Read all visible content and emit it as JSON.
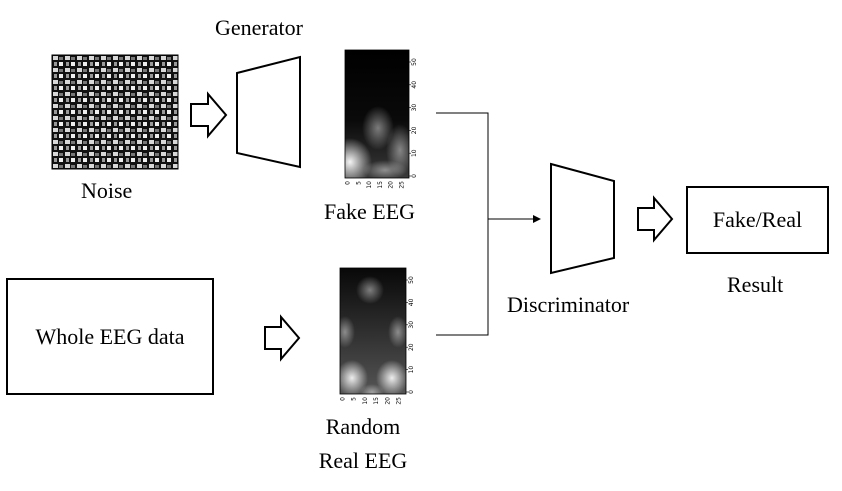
{
  "labels": {
    "generator": "Generator",
    "noise": "Noise",
    "fake_eeg": "Fake EEG",
    "whole_eeg": "Whole EEG data",
    "random_real_line1": "Random",
    "random_real_line2": "Real EEG",
    "discriminator": "Discriminator",
    "fake_real": "Fake/Real",
    "result": "Result"
  },
  "spectrogram_ticks": {
    "x": [
      "0",
      "5",
      "10",
      "15",
      "20",
      "25"
    ],
    "y": [
      "0",
      "10",
      "20",
      "30",
      "40",
      "50"
    ]
  }
}
